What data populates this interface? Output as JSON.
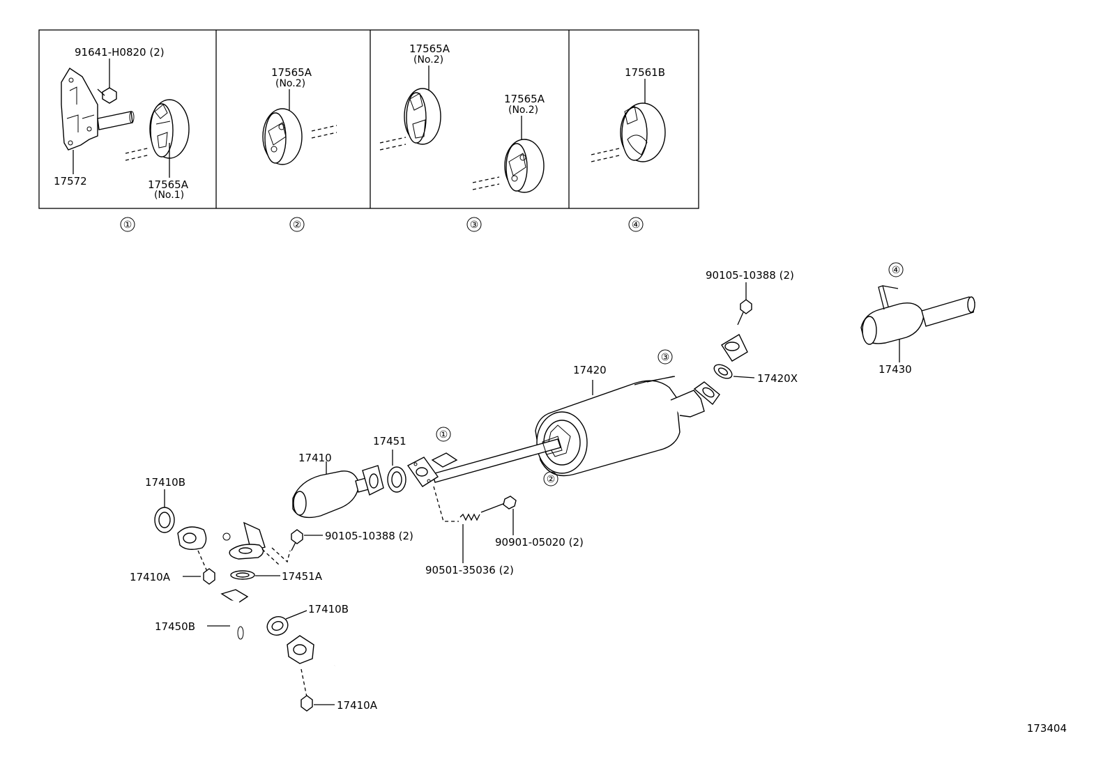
{
  "diagram_id": "173404",
  "detail_boxes": [
    {
      "marker": "①",
      "labels": {
        "bolt": "91641-H0820 (2)",
        "bracket": "17572",
        "mount_code": "17565A",
        "mount_sub": "(No.1)"
      }
    },
    {
      "marker": "②",
      "labels": {
        "mount_code": "17565A",
        "mount_sub": "(No.2)"
      }
    },
    {
      "marker": "③",
      "labels": {
        "mount_a_code": "17565A",
        "mount_a_sub": "(No.2)",
        "mount_b_code": "17565A",
        "mount_b_sub": "(No.2)"
      }
    },
    {
      "marker": "④",
      "labels": {
        "mount_code": "17561B"
      }
    }
  ],
  "parts": {
    "p90105_top": "90105-10388 (2)",
    "marker4": "④",
    "p17430": "17430",
    "p17420X": "17420X",
    "p17420": "17420",
    "marker3": "③",
    "p17451": "17451",
    "marker1": "①",
    "marker2": "②",
    "p17410": "17410",
    "p17410B_top": "17410B",
    "p90105_mid": "90105-10388 (2)",
    "p90901": "90901-05020 (2)",
    "p90501": "90501-35036 (2)",
    "p17410A_top": "17410A",
    "p17451A": "17451A",
    "p17410B_bottom": "17410B",
    "p17450B": "17450B",
    "p17410A_bottom": "17410A"
  },
  "colors": {
    "ink": "#000000",
    "paper": "#ffffff"
  }
}
